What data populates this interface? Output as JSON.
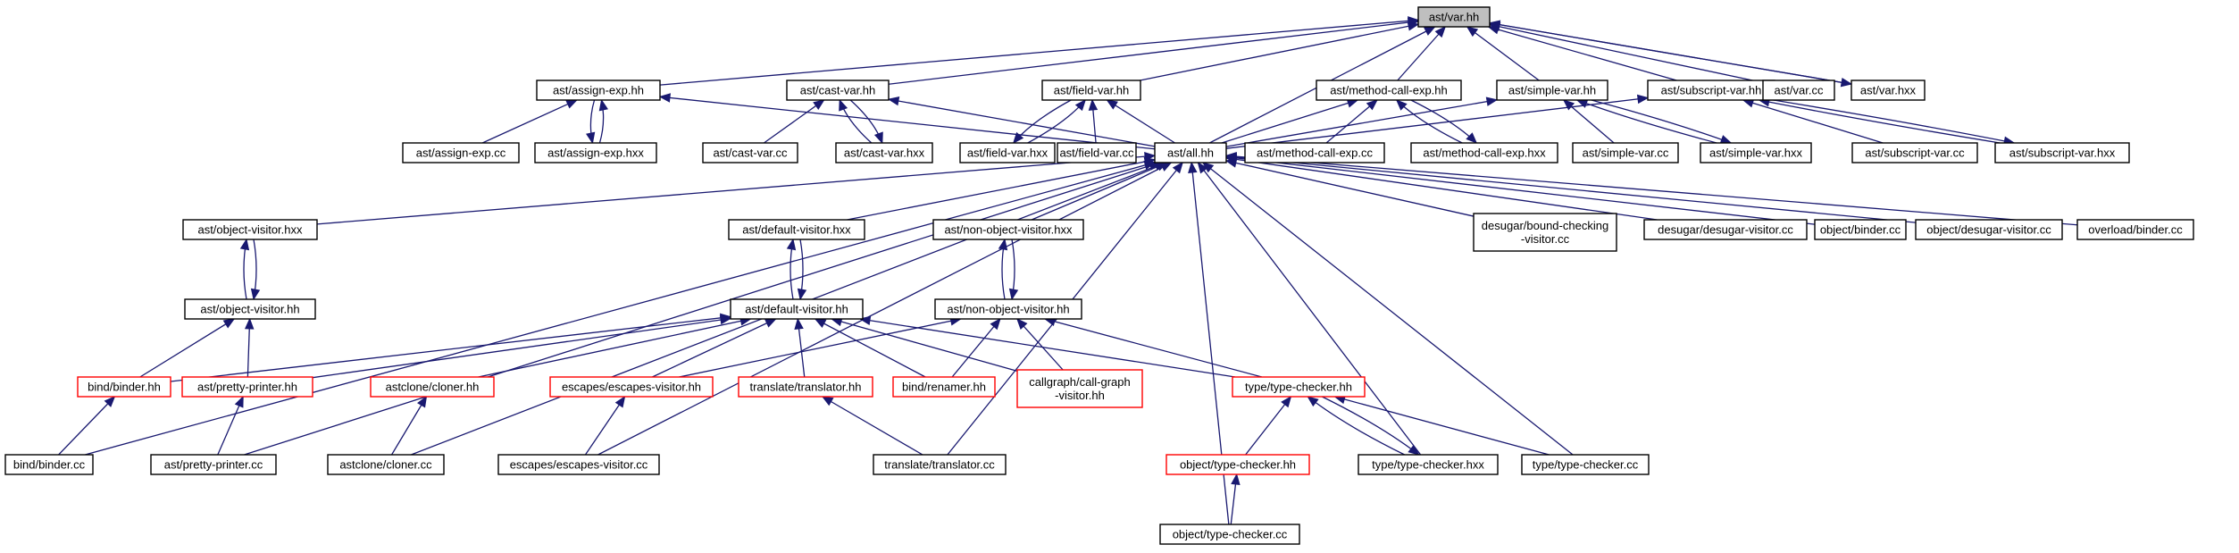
{
  "graph": {
    "nodes": [
      {
        "id": "var_hh",
        "lines": [
          "ast/var.hh"
        ],
        "root": true
      },
      {
        "id": "assign_exp_hh",
        "lines": [
          "ast/assign-exp.hh"
        ]
      },
      {
        "id": "cast_var_hh",
        "lines": [
          "ast/cast-var.hh"
        ]
      },
      {
        "id": "field_var_hh",
        "lines": [
          "ast/field-var.hh"
        ]
      },
      {
        "id": "method_call_exp_hh",
        "lines": [
          "ast/method-call-exp.hh"
        ]
      },
      {
        "id": "simple_var_hh",
        "lines": [
          "ast/simple-var.hh"
        ]
      },
      {
        "id": "subscript_var_hh",
        "lines": [
          "ast/subscript-var.hh"
        ]
      },
      {
        "id": "var_cc",
        "lines": [
          "ast/var.cc"
        ]
      },
      {
        "id": "var_hxx",
        "lines": [
          "ast/var.hxx"
        ]
      },
      {
        "id": "assign_exp_cc",
        "lines": [
          "ast/assign-exp.cc"
        ]
      },
      {
        "id": "assign_exp_hxx",
        "lines": [
          "ast/assign-exp.hxx"
        ]
      },
      {
        "id": "cast_var_cc",
        "lines": [
          "ast/cast-var.cc"
        ]
      },
      {
        "id": "cast_var_hxx",
        "lines": [
          "ast/cast-var.hxx"
        ]
      },
      {
        "id": "field_var_hxx",
        "lines": [
          "ast/field-var.hxx"
        ]
      },
      {
        "id": "field_var_cc",
        "lines": [
          "ast/field-var.cc"
        ]
      },
      {
        "id": "all_hh",
        "lines": [
          "ast/all.hh"
        ]
      },
      {
        "id": "method_call_exp_cc",
        "lines": [
          "ast/method-call-exp.cc"
        ]
      },
      {
        "id": "method_call_exp_hxx",
        "lines": [
          "ast/method-call-exp.hxx"
        ]
      },
      {
        "id": "simple_var_cc",
        "lines": [
          "ast/simple-var.cc"
        ]
      },
      {
        "id": "simple_var_hxx",
        "lines": [
          "ast/simple-var.hxx"
        ]
      },
      {
        "id": "subscript_var_cc",
        "lines": [
          "ast/subscript-var.cc"
        ]
      },
      {
        "id": "subscript_var_hxx",
        "lines": [
          "ast/subscript-var.hxx"
        ]
      },
      {
        "id": "object_visitor_hxx",
        "lines": [
          "ast/object-visitor.hxx"
        ]
      },
      {
        "id": "default_visitor_hxx",
        "lines": [
          "ast/default-visitor.hxx"
        ]
      },
      {
        "id": "non_object_visitor_hxx",
        "lines": [
          "ast/non-object-visitor.hxx"
        ]
      },
      {
        "id": "bound_checking_cc",
        "lines": [
          "desugar/bound-checking",
          "-visitor.cc"
        ]
      },
      {
        "id": "desugar_visitor_cc",
        "lines": [
          "desugar/desugar-visitor.cc"
        ]
      },
      {
        "id": "object_binder_cc",
        "lines": [
          "object/binder.cc"
        ]
      },
      {
        "id": "object_desugar_visitor_cc",
        "lines": [
          "object/desugar-visitor.cc"
        ]
      },
      {
        "id": "overload_binder_cc",
        "lines": [
          "overload/binder.cc"
        ]
      },
      {
        "id": "object_visitor_hh",
        "lines": [
          "ast/object-visitor.hh"
        ]
      },
      {
        "id": "default_visitor_hh",
        "lines": [
          "ast/default-visitor.hh"
        ]
      },
      {
        "id": "non_object_visitor_hh",
        "lines": [
          "ast/non-object-visitor.hh"
        ]
      },
      {
        "id": "bind_binder_hh",
        "lines": [
          "bind/binder.hh"
        ],
        "red": true
      },
      {
        "id": "pretty_printer_hh",
        "lines": [
          "ast/pretty-printer.hh"
        ],
        "red": true
      },
      {
        "id": "cloner_hh",
        "lines": [
          "astclone/cloner.hh"
        ],
        "red": true
      },
      {
        "id": "escapes_visitor_hh",
        "lines": [
          "escapes/escapes-visitor.hh"
        ],
        "red": true
      },
      {
        "id": "translator_hh",
        "lines": [
          "translate/translator.hh"
        ],
        "red": true
      },
      {
        "id": "renamer_hh",
        "lines": [
          "bind/renamer.hh"
        ],
        "red": true
      },
      {
        "id": "call_graph_visitor_hh",
        "lines": [
          "callgraph/call-graph",
          "-visitor.hh"
        ],
        "red": true
      },
      {
        "id": "type_checker_hh",
        "lines": [
          "type/type-checker.hh"
        ],
        "red": true
      },
      {
        "id": "bind_binder_cc",
        "lines": [
          "bind/binder.cc"
        ]
      },
      {
        "id": "pretty_printer_cc",
        "lines": [
          "ast/pretty-printer.cc"
        ]
      },
      {
        "id": "cloner_cc",
        "lines": [
          "astclone/cloner.cc"
        ]
      },
      {
        "id": "escapes_visitor_cc",
        "lines": [
          "escapes/escapes-visitor.cc"
        ]
      },
      {
        "id": "translator_cc",
        "lines": [
          "translate/translator.cc"
        ]
      },
      {
        "id": "object_type_checker_hh",
        "lines": [
          "object/type-checker.hh"
        ],
        "red": true
      },
      {
        "id": "type_checker_hxx",
        "lines": [
          "type/type-checker.hxx"
        ]
      },
      {
        "id": "type_checker_cc",
        "lines": [
          "type/type-checker.cc"
        ]
      },
      {
        "id": "object_type_checker_cc",
        "lines": [
          "object/type-checker.cc"
        ]
      }
    ],
    "edges": [
      [
        "assign_exp_hh",
        "var_hh"
      ],
      [
        "cast_var_hh",
        "var_hh"
      ],
      [
        "field_var_hh",
        "var_hh"
      ],
      [
        "method_call_exp_hh",
        "var_hh"
      ],
      [
        "simple_var_hh",
        "var_hh"
      ],
      [
        "subscript_var_hh",
        "var_hh"
      ],
      [
        "var_cc",
        "var_hh"
      ],
      [
        "var_hxx",
        "var_hh"
      ],
      [
        "var_hh",
        "var_hxx"
      ],
      [
        "all_hh",
        "var_hh"
      ],
      [
        "assign_exp_cc",
        "assign_exp_hh"
      ],
      [
        "assign_exp_hxx",
        "assign_exp_hh"
      ],
      [
        "assign_exp_hh",
        "assign_exp_hxx"
      ],
      [
        "all_hh",
        "assign_exp_hh"
      ],
      [
        "cast_var_cc",
        "cast_var_hh"
      ],
      [
        "cast_var_hxx",
        "cast_var_hh"
      ],
      [
        "cast_var_hh",
        "cast_var_hxx"
      ],
      [
        "all_hh",
        "cast_var_hh"
      ],
      [
        "field_var_hxx",
        "field_var_hh"
      ],
      [
        "field_var_hh",
        "field_var_hxx"
      ],
      [
        "field_var_cc",
        "field_var_hh"
      ],
      [
        "all_hh",
        "field_var_hh"
      ],
      [
        "method_call_exp_cc",
        "method_call_exp_hh"
      ],
      [
        "method_call_exp_hxx",
        "method_call_exp_hh"
      ],
      [
        "method_call_exp_hh",
        "method_call_exp_hxx"
      ],
      [
        "all_hh",
        "method_call_exp_hh"
      ],
      [
        "simple_var_cc",
        "simple_var_hh"
      ],
      [
        "simple_var_hxx",
        "simple_var_hh"
      ],
      [
        "simple_var_hh",
        "simple_var_hxx"
      ],
      [
        "all_hh",
        "simple_var_hh"
      ],
      [
        "subscript_var_cc",
        "subscript_var_hh"
      ],
      [
        "subscript_var_hxx",
        "subscript_var_hh"
      ],
      [
        "subscript_var_hh",
        "subscript_var_hxx"
      ],
      [
        "all_hh",
        "subscript_var_hh"
      ],
      [
        "object_visitor_hxx",
        "all_hh"
      ],
      [
        "default_visitor_hxx",
        "all_hh"
      ],
      [
        "non_object_visitor_hxx",
        "all_hh"
      ],
      [
        "bound_checking_cc",
        "all_hh"
      ],
      [
        "desugar_visitor_cc",
        "all_hh"
      ],
      [
        "object_binder_cc",
        "all_hh"
      ],
      [
        "object_desugar_visitor_cc",
        "all_hh"
      ],
      [
        "overload_binder_cc",
        "all_hh"
      ],
      [
        "bind_binder_cc",
        "all_hh"
      ],
      [
        "pretty_printer_cc",
        "all_hh"
      ],
      [
        "cloner_cc",
        "all_hh"
      ],
      [
        "escapes_visitor_cc",
        "all_hh"
      ],
      [
        "translator_cc",
        "all_hh"
      ],
      [
        "type_checker_hxx",
        "all_hh"
      ],
      [
        "type_checker_cc",
        "all_hh"
      ],
      [
        "object_type_checker_cc",
        "all_hh"
      ],
      [
        "object_visitor_hh",
        "object_visitor_hxx"
      ],
      [
        "object_visitor_hxx",
        "object_visitor_hh"
      ],
      [
        "default_visitor_hh",
        "default_visitor_hxx"
      ],
      [
        "default_visitor_hxx",
        "default_visitor_hh"
      ],
      [
        "non_object_visitor_hh",
        "non_object_visitor_hxx"
      ],
      [
        "non_object_visitor_hxx",
        "non_object_visitor_hh"
      ],
      [
        "bind_binder_hh",
        "object_visitor_hh"
      ],
      [
        "pretty_printer_hh",
        "object_visitor_hh"
      ],
      [
        "bind_binder_hh",
        "default_visitor_hh"
      ],
      [
        "pretty_printer_hh",
        "default_visitor_hh"
      ],
      [
        "cloner_hh",
        "default_visitor_hh"
      ],
      [
        "escapes_visitor_hh",
        "default_visitor_hh"
      ],
      [
        "translator_hh",
        "default_visitor_hh"
      ],
      [
        "renamer_hh",
        "default_visitor_hh"
      ],
      [
        "call_graph_visitor_hh",
        "default_visitor_hh"
      ],
      [
        "type_checker_hh",
        "default_visitor_hh"
      ],
      [
        "escapes_visitor_hh",
        "non_object_visitor_hh"
      ],
      [
        "renamer_hh",
        "non_object_visitor_hh"
      ],
      [
        "call_graph_visitor_hh",
        "non_object_visitor_hh"
      ],
      [
        "type_checker_hh",
        "non_object_visitor_hh"
      ],
      [
        "bind_binder_cc",
        "bind_binder_hh"
      ],
      [
        "pretty_printer_cc",
        "pretty_printer_hh"
      ],
      [
        "cloner_cc",
        "cloner_hh"
      ],
      [
        "escapes_visitor_cc",
        "escapes_visitor_hh"
      ],
      [
        "translator_cc",
        "translator_hh"
      ],
      [
        "object_type_checker_hh",
        "type_checker_hh"
      ],
      [
        "type_checker_hxx",
        "type_checker_hh"
      ],
      [
        "type_checker_hh",
        "type_checker_hxx"
      ],
      [
        "type_checker_cc",
        "type_checker_hh"
      ],
      [
        "object_type_checker_cc",
        "object_type_checker_hh"
      ]
    ]
  }
}
